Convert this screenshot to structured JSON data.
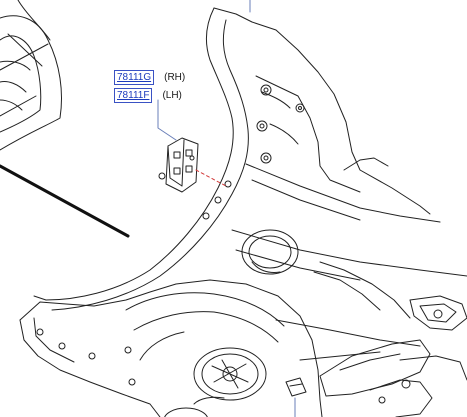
{
  "callouts": [
    {
      "part_number": "78111G",
      "side": "(RH)"
    },
    {
      "part_number": "78111F",
      "side": "(LH)"
    }
  ],
  "colors": {
    "link": "#1c3bbd",
    "link_border": "#3a52c4",
    "line": "#222222",
    "leader": "#6a7fb8",
    "dash": "#d23a3a"
  }
}
